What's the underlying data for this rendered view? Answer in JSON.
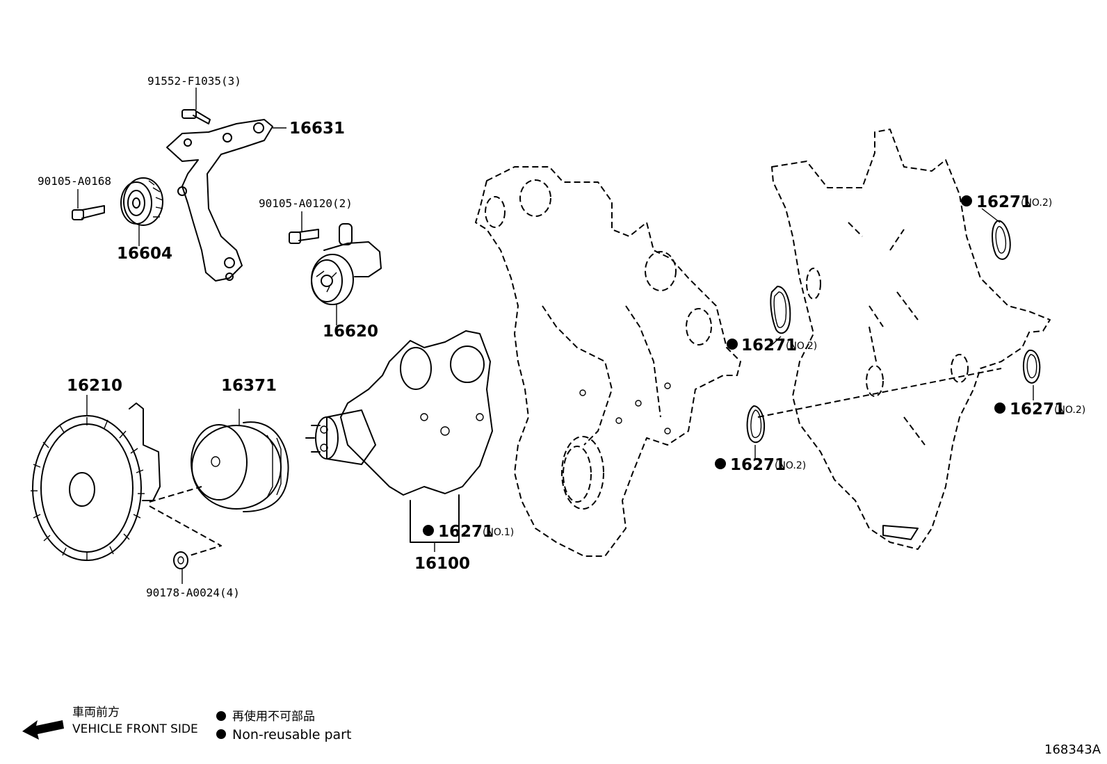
{
  "parts": {
    "bolt_91552": "91552-F1035(3)",
    "bracket_16631": "16631",
    "bolt_90105_a0168": "90105-A0168",
    "idler_16604": "16604",
    "bolt_90105_a0120": "90105-A0120(2)",
    "tensioner_16620": "16620",
    "fan_clutch_16210": "16210",
    "pulley_16371": "16371",
    "water_pump_16100": "16100",
    "nut_90178": "90178-A0024(4)",
    "gasket_num": "16271",
    "gasket_no1": "(NO.1)",
    "gasket_no2": "(NO.2)"
  },
  "legend": {
    "front_jp": "車両前方",
    "front_en": "VEHICLE FRONT SIDE",
    "nonreuse_jp": "再使用不可部品",
    "nonreuse_en": "Non-reusable part"
  },
  "diagram_code": "168343A",
  "icons": [
    "front-arrow-icon",
    "non-reusable-dot-icon"
  ]
}
